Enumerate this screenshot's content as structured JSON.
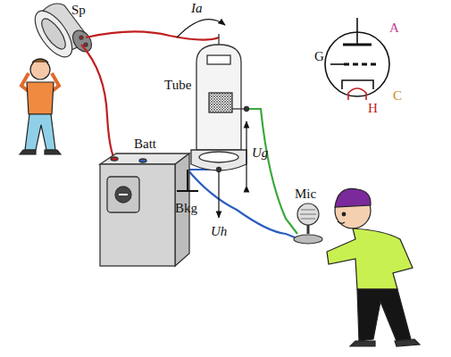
{
  "diagram": {
    "labels": [
      "Sp",
      "Ia",
      "Tube",
      "Batt",
      "Bkg",
      "Ug",
      "Uh",
      "Mic",
      "A",
      "G",
      "C",
      "H"
    ]
  }
}
